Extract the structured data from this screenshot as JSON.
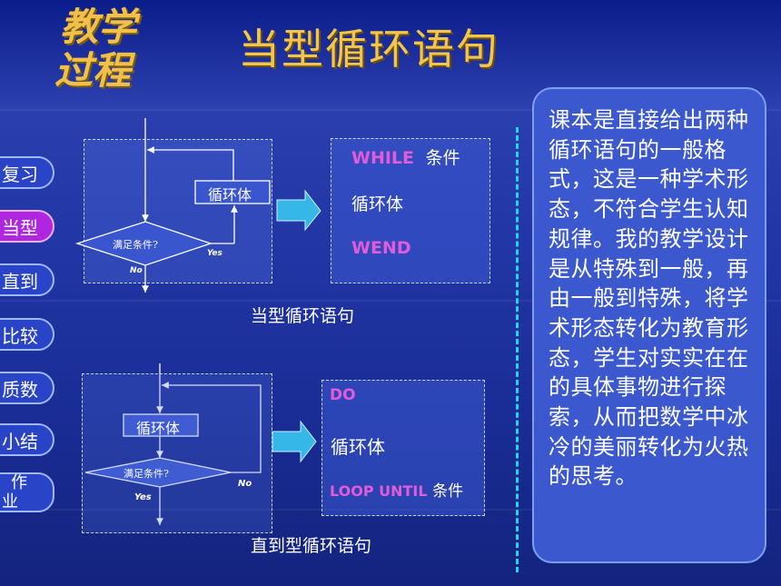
{
  "header": {
    "logo_line1": "教学",
    "logo_line2": "过程",
    "title": "当型循环语句"
  },
  "nav": {
    "items": [
      {
        "label": "复习"
      },
      {
        "label": "当型"
      },
      {
        "label": "直到"
      },
      {
        "label": "比较"
      },
      {
        "label": "质数"
      },
      {
        "label": "小结"
      },
      {
        "label_line1": "作",
        "label_line2": "业"
      }
    ],
    "active_index": 1
  },
  "flow_while": {
    "body": "循环体",
    "condition": "满足条件?",
    "yes": "Yes",
    "no": "No"
  },
  "code_while": {
    "kw1": "WHILE",
    "cond": "条件",
    "body": "循环体",
    "kw2": "WEND"
  },
  "caption_while": "当型循环语句",
  "flow_until": {
    "body": "循环体",
    "condition": "满足条件?",
    "yes": "Yes",
    "no": "No"
  },
  "code_until": {
    "kw1": "DO",
    "body": "循环体",
    "kw2": "LOOP UNTIL",
    "cond": "条件"
  },
  "caption_until": "直到型循环语句",
  "note": "课本是直接给出两种循环语句的一般格式，这是一种学术形态，不符合学生认知规律。我的教学设计是从特殊到一般，再由一般到特殊，将学术形态转化为教育形态，学生对实实在在的具体事物进行探索，从而把数学中冰冷的美丽转化为火热的思考。",
  "colors": {
    "title": "#f2c64e",
    "keyword": "#e25bd8",
    "nav_active": "#b026e0",
    "divider": "#22d6f0"
  }
}
